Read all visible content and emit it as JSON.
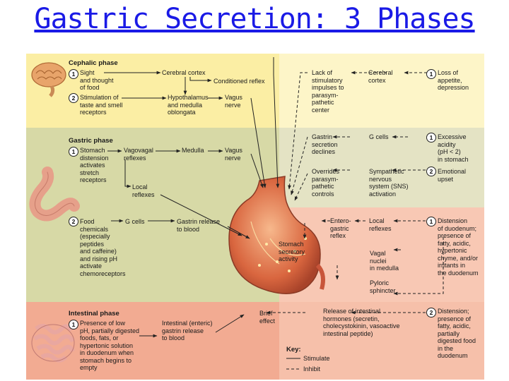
{
  "title": "Gastric Secretion: 3 Phases",
  "colors": {
    "cephalic_left": "#fbeea4",
    "cephalic_right": "#fdf5c8",
    "gastric_left": "#d7d9a6",
    "gastric_right": "#e4e3c4",
    "intestinal_upper_right": "#f8c8b4",
    "intestinal_left": "#f2ab92",
    "intestinal_right": "#f6c0aa",
    "title_color": "#1a1ae6"
  },
  "phases": {
    "cephalic": "Cephalic phase",
    "gastric": "Gastric phase",
    "intestinal": "Intestinal phase"
  },
  "cephalic": {
    "sight": "Sight\nand thought\nof food",
    "taste": "Stimulation of\ntaste and smell\nreceptors",
    "cortex": "Cerebral cortex",
    "conditioned": "Conditioned reflex",
    "hypothalamus": "Hypothalamus\nand medulla\noblongata",
    "vagus": "Vagus\nnerve",
    "lack": "Lack of\nstimulatory\nimpulses to\nparasym-\npathetic\ncenter",
    "cortex_right": "Cerebral\ncortex",
    "loss": "Loss of\nappetite,\ndepression"
  },
  "gastric": {
    "distension": "Stomach\ndistension\nactivates\nstretch\nreceptors",
    "vagovagal": "Vagovagal\nreflexes",
    "medulla": "Medulla",
    "vagus": "Vagus\nnerve",
    "local": "Local\nreflexes",
    "food": "Food\nchemicals\n(especially\npeptides\nand caffeine)\nand rising pH\nactivate\nchemoreceptors",
    "gcells": "G cells",
    "gastrin_release": "Gastrin release\nto blood",
    "gastrin_declines": "Gastrin\nsecretion\ndeclines",
    "gcells_right": "G cells",
    "excessive": "Excessive\nacidity\n(pH < 2)\nin stomach",
    "overrides": "Overrides\nparasym-\npathetic\ncontrols",
    "sympathetic": "Sympathetic\nnervous\nsystem (SNS)\nactivation",
    "emotional": "Emotional\nupset"
  },
  "stomach": {
    "label": "Stomach\nsecretory\nactivity"
  },
  "intestinal": {
    "low_ph": "Presence of low\npH, partially digested\nfoods, fats, or\nhypertonic solution\nin duodenum when\nstomach begins to\nempty",
    "enteric": "Intestinal (enteric)\ngastrin release\nto blood",
    "brief": "Brief\neffect",
    "enterogastric": "Entero-\ngastric\nreflex",
    "local": "Local\nreflexes",
    "vagal": "Vagal\nnuclei\nin medulla",
    "pyloric": "Pyloric\nsphincter",
    "distension_duod": "Distension\nof duodenum;\npresence of\nfatty, acidic,\nhypertonic\nchyme, and/or\nirritants in\nthe duodenum",
    "hormones": "Release of intestinal\nhormones (secretin,\ncholecystokinin, vasoactive\nintestinal peptide)",
    "distension2": "Distension;\npresence of\nfatty, acidic,\npartially\ndigested food\nin the\nduodenum"
  },
  "key": {
    "title": "Key:",
    "stimulate": "Stimulate",
    "inhibit": "Inhibit"
  },
  "numbers": {
    "one": "1",
    "two": "2"
  }
}
